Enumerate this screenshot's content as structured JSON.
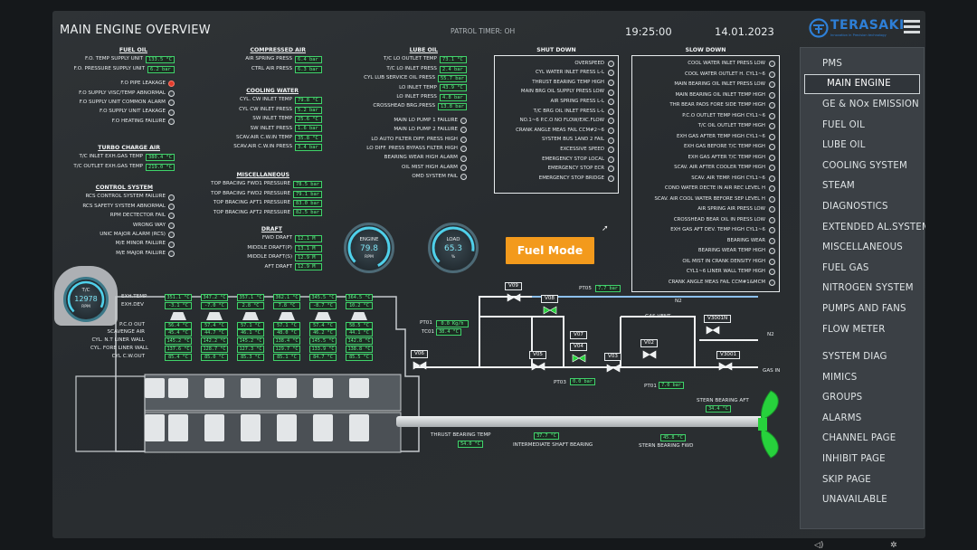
{
  "header": {
    "title": "MAIN ENGINE OVERVIEW",
    "patrol_timer": "PATROL TIMER: OH",
    "time": "19:25:00",
    "date": "14.01.2023",
    "brand": "TERASAKI",
    "brand_tagline": "Innovation in Precision technology"
  },
  "fuel_oil": {
    "heading": "FUEL OIL",
    "rows": [
      {
        "label": "F.O. TEMP SUPPLY UNIT",
        "value": "133.5 °C"
      },
      {
        "label": "F.O. PRESSURE SUPPLY UNIT",
        "value": "6.2 bar"
      }
    ],
    "alarms": [
      {
        "label": "F.O PIPE LEAKAGE",
        "active": true
      },
      {
        "label": "F.O SUPPLY VISC/TEMP ABNORMAL",
        "active": false
      },
      {
        "label": "F.O SUPPLY UNIT COMMON ALARM",
        "active": false
      },
      {
        "label": "F.O SUPPLY UNIT LEAKAGE",
        "active": false
      },
      {
        "label": "F.O HEATING FAILURE",
        "active": false
      }
    ]
  },
  "turbo": {
    "heading": "TURBO CHARGE AIR",
    "rows": [
      {
        "label": "T/C INLET EXH.GAS TEMP",
        "value": "380.4 °C"
      },
      {
        "label": "T/C OUTLET EXH.GAS TEMP",
        "value": "219.0 °C"
      }
    ]
  },
  "control": {
    "heading": "CONTROL SYSTEM",
    "alarms": [
      "RCS CONTROL SYSTEM FAILURE",
      "RCS SAFETY SYSTEM ABNORMAL",
      "RPM DECTECTOR FAIL",
      "WRONG WAY",
      "UNIC MAJOR ALARM (RCS)",
      "M/E MINOR FAILURE",
      "M/E MAJOR FAILURE"
    ]
  },
  "compressed_air": {
    "heading": "COMPRESSED AIR",
    "rows": [
      {
        "label": "AIR SPRING PRESS",
        "value": "6.4 bar"
      },
      {
        "label": "CTRL AIR PRESS",
        "value": "6.3 bar"
      }
    ]
  },
  "cooling_water": {
    "heading": "COOLING WATER",
    "rows": [
      {
        "label": "CYL. CW INLET TEMP",
        "value": "79.8 °C"
      },
      {
        "label": "CYL CW INLET PRESS",
        "value": "5.2 bar"
      },
      {
        "label": "SW INLET TEMP",
        "value": "25.6 °C"
      },
      {
        "label": "SW INLET PRESS",
        "value": "1.6 bar"
      },
      {
        "label": "SCAV.AIR C.W.IN TEMP",
        "value": "35.8 °C"
      },
      {
        "label": "SCAV.AIR C.W.IN PRESS",
        "value": "3.4 bar"
      }
    ]
  },
  "misc": {
    "heading": "MISCELLANEOUS",
    "rows": [
      {
        "label": "TOP BRACING FWD1 PRESSURE",
        "value": "78.5 bar"
      },
      {
        "label": "TOP BRACING FWD2 PRESSURE",
        "value": "79.1 bar"
      },
      {
        "label": "TOP BRACING AFT1 PRESSURE",
        "value": "83.0 bar"
      },
      {
        "label": "TOP BRACING AFT2 PRESSURE",
        "value": "82.5 bar"
      }
    ]
  },
  "draft": {
    "heading": "DRAFT",
    "rows": [
      {
        "label": "FWD DRAFT",
        "value": "12.1 M"
      },
      {
        "label": "MIDDLE DRAFT(P)",
        "value": "13.1 M"
      },
      {
        "label": "MIDDLE DRAFT(S)",
        "value": "12.9 M"
      },
      {
        "label": "AFT DRAFT",
        "value": "12.9 M"
      }
    ]
  },
  "lube_oil": {
    "heading": "LUBE OIL",
    "rows": [
      {
        "label": "T/C LO OUTLET TEMP",
        "value": "73.1 °C"
      },
      {
        "label": "T/C LO INLET PRESS",
        "value": "2.4 bar"
      },
      {
        "label": "CYL LUB SERVICE OIL PRESS",
        "value": "55.7 bar"
      },
      {
        "label": "LO INLET TEMP",
        "value": "43.9 °C"
      },
      {
        "label": "LO INLET PRESS",
        "value": "4.8 bar"
      },
      {
        "label": "CROSSHEAD BRG.PRESS",
        "value": "13.8 bar"
      }
    ],
    "alarms": [
      "MAIN LO PUMP 1 FAILURE",
      "MAIN LO PUMP 2 FAILURE",
      "LO AUTO FILTER DIFF. PRESS HIGH",
      "LO DIFF. PRESS BYPASS FILTER HIGH",
      "BEARING WEAR HIGH ALARM",
      "OIL MIST HIGH ALARM",
      "OMD SYSTEM FAIL"
    ]
  },
  "shutdown": {
    "heading": "SHUT DOWN",
    "items": [
      "OVERSPEED",
      "CYL WATER INLET PRESS L-L",
      "THRUST BEARING TEMP HIGH",
      "MAIN BRG OIL SUPPLY PRESS LOW",
      "AIR SPRING PRESS L-L",
      "T/C BRG OIL INLET PRESS L-L",
      "NO.1~6 P.C.O NO FLOW/EXC.FLOW",
      "CRANK ANGLE MEAS FAIL CCM#2~6",
      "SYSTEM BUS 1AND 2 FAIL",
      "EXCESSIVE SPEED",
      "EMERGENCY STOP LOCAL",
      "EMERGENCY STOP ECR",
      "EMERGENCY STOP BRIDGE"
    ]
  },
  "slowdown": {
    "heading": "SLOW DOWN",
    "items": [
      "COOL WATER INLET PRESS LOW",
      "COOL WATER OUTLET H. CYL1~6",
      "MAIN BEARING OIL INLET PRESS LOW",
      "MAIN BEARING OIL INLET TEMP HIGH",
      "THR BEAR PADS FORE SIDE TEMP HIGH",
      "P.C.O OUTLET TEMP HIGH CYL1~6",
      "T/C OIL OUTLET TEMP HIGH",
      "EXH GAS AFTER TEMP HIGH CYL1~6",
      "EXH GAS BEFORE T/C TEMP HIGH",
      "EXH GAS AFTER T/C TEMP HIGH",
      "SCAV. AIR AFTER COOLER TEMP HIGH",
      "SCAV. AIR TEMP. HIGH CYL1~6",
      "COND WATER DECTE IN AIR REC LEVEL H",
      "SCAV. AIR COOL WATER BEFORE SEP LEVEL H",
      "AIR SPRING AIR PRESS LOW",
      "CROSSHEAD BEAR OIL IN PRESS LOW",
      "EXH GAS AFT DEV. TEMP HIGH CYL1~6",
      "BEARING WEAR",
      "BEARING WEAR TEMP HIGH",
      "OIL MIST IN CRANK DENSITY HIGH",
      "CYL1~6 LINER WALL TEMP HIGH",
      "CRANK ANGLE MEAS FAIL CCM#1&MCM"
    ]
  },
  "gauges": {
    "engine": {
      "label": "ENGINE",
      "value": "79.8",
      "unit": "RPM",
      "fraction": 0.8
    },
    "load": {
      "label": "LOAD",
      "value": "65.3",
      "unit": "%",
      "fraction": 0.65
    },
    "tc": {
      "label": "T/C",
      "value": "12978",
      "unit": "RPM",
      "fraction": 0.7
    }
  },
  "fuel_mode_label": "Fuel Mode",
  "cylinders": {
    "row_labels_top": [
      "EXH.TEMP",
      "EXH.DEV"
    ],
    "row_labels_mid": [
      "P.C.O OUT",
      "SCAVENGE AIR",
      "CYL. N.T LINER WALL",
      "CYL. FORE LINER WALL",
      "CYL C.W.OUT"
    ],
    "cols": [
      {
        "exh": "351.1 °C",
        "dev": "-3.1 °C",
        "m": [
          "56.4 °C",
          "45.4 °C",
          "145.2 °C",
          "137.6 °C",
          "85.4 °C"
        ]
      },
      {
        "exh": "347.2 °C",
        "dev": "-7.0 °C",
        "m": [
          "57.4 °C",
          "44.7 °C",
          "142.2 °C",
          "128.7 °C",
          "85.0 °C"
        ]
      },
      {
        "exh": "357.1 °C",
        "dev": "2.8 °C",
        "m": [
          "57.1 °C",
          "46.1 °C",
          "145.2 °C",
          "127.3 °C",
          "85.3 °C"
        ]
      },
      {
        "exh": "362.1 °C",
        "dev": "7.8 °C",
        "m": [
          "57.1 °C",
          "48.0 °C",
          "138.4 °C",
          "129.7 °C",
          "85.1 °C"
        ]
      },
      {
        "exh": "345.5 °C",
        "dev": "-8.7 °C",
        "m": [
          "57.4 °C",
          "46.2 °C",
          "145.5 °C",
          "133.9 °C",
          "84.7 °C"
        ]
      },
      {
        "exh": "364.5 °C",
        "dev": "10.2 °C",
        "m": [
          "58.5 °C",
          "44.1 °C",
          "142.8 °C",
          "138.8 °C",
          "85.5 °C"
        ]
      }
    ]
  },
  "fuel_gas": {
    "valves": [
      "V09",
      "V08",
      "V07",
      "V06",
      "V05",
      "V04",
      "V03",
      "V02",
      "V3001N",
      "V3001"
    ],
    "pt05": {
      "label": "PT05",
      "value": "7.7 bar"
    },
    "pt01a": {
      "label": "PT01",
      "value": "0.0 Kg/h"
    },
    "tc01": {
      "label": "TC01",
      "value": "38.4 °C"
    },
    "pt03": {
      "label": "PT03",
      "value": "0.0 bar"
    },
    "pt01b": {
      "label": "PT01",
      "value": "7.0 bar"
    },
    "n2_a": "N2",
    "n2_b": "N2",
    "gas_vent": "GAS VENT",
    "gas_in": "GAS IN"
  },
  "shaft": {
    "stern_aft": {
      "label": "STERN BEARING AFT",
      "value": "34.4 °C"
    },
    "stern_fwd": {
      "label": "STERN BEARING FWD",
      "value": "45.8 °C"
    },
    "thrust": {
      "label": "THRUST BEARING TEMP",
      "value": "54.0 °C"
    },
    "inter": {
      "label": "INTERMEDIATE SHAFT BEARING",
      "value": "37.7 °C"
    }
  },
  "menu": [
    "PMS",
    "MAIN ENGINE",
    "GE & NOx EMISSION",
    "FUEL OIL",
    "LUBE OIL",
    "COOLING SYSTEM",
    "STEAM",
    "DIAGNOSTICS",
    "EXTENDED AL.SYSTEM",
    "MISCELLANEOUS",
    "FUEL GAS",
    "NITROGEN SYSTEM",
    "PUMPS AND FANS",
    "FLOW METER",
    "SYSTEM DIAG",
    "MIMICS",
    "GROUPS",
    "ALARMS",
    "CHANNEL PAGE",
    "INHIBIT PAGE",
    "SKIP PAGE",
    "UNAVAILABLE"
  ],
  "menu_active": 1,
  "colors": {
    "accent_green": "#3fd36a",
    "value_text": "#5ff08a",
    "fuel_mode": "#f39a1c",
    "propeller": "#27d13c",
    "alarm_red": "#e23b2c"
  }
}
